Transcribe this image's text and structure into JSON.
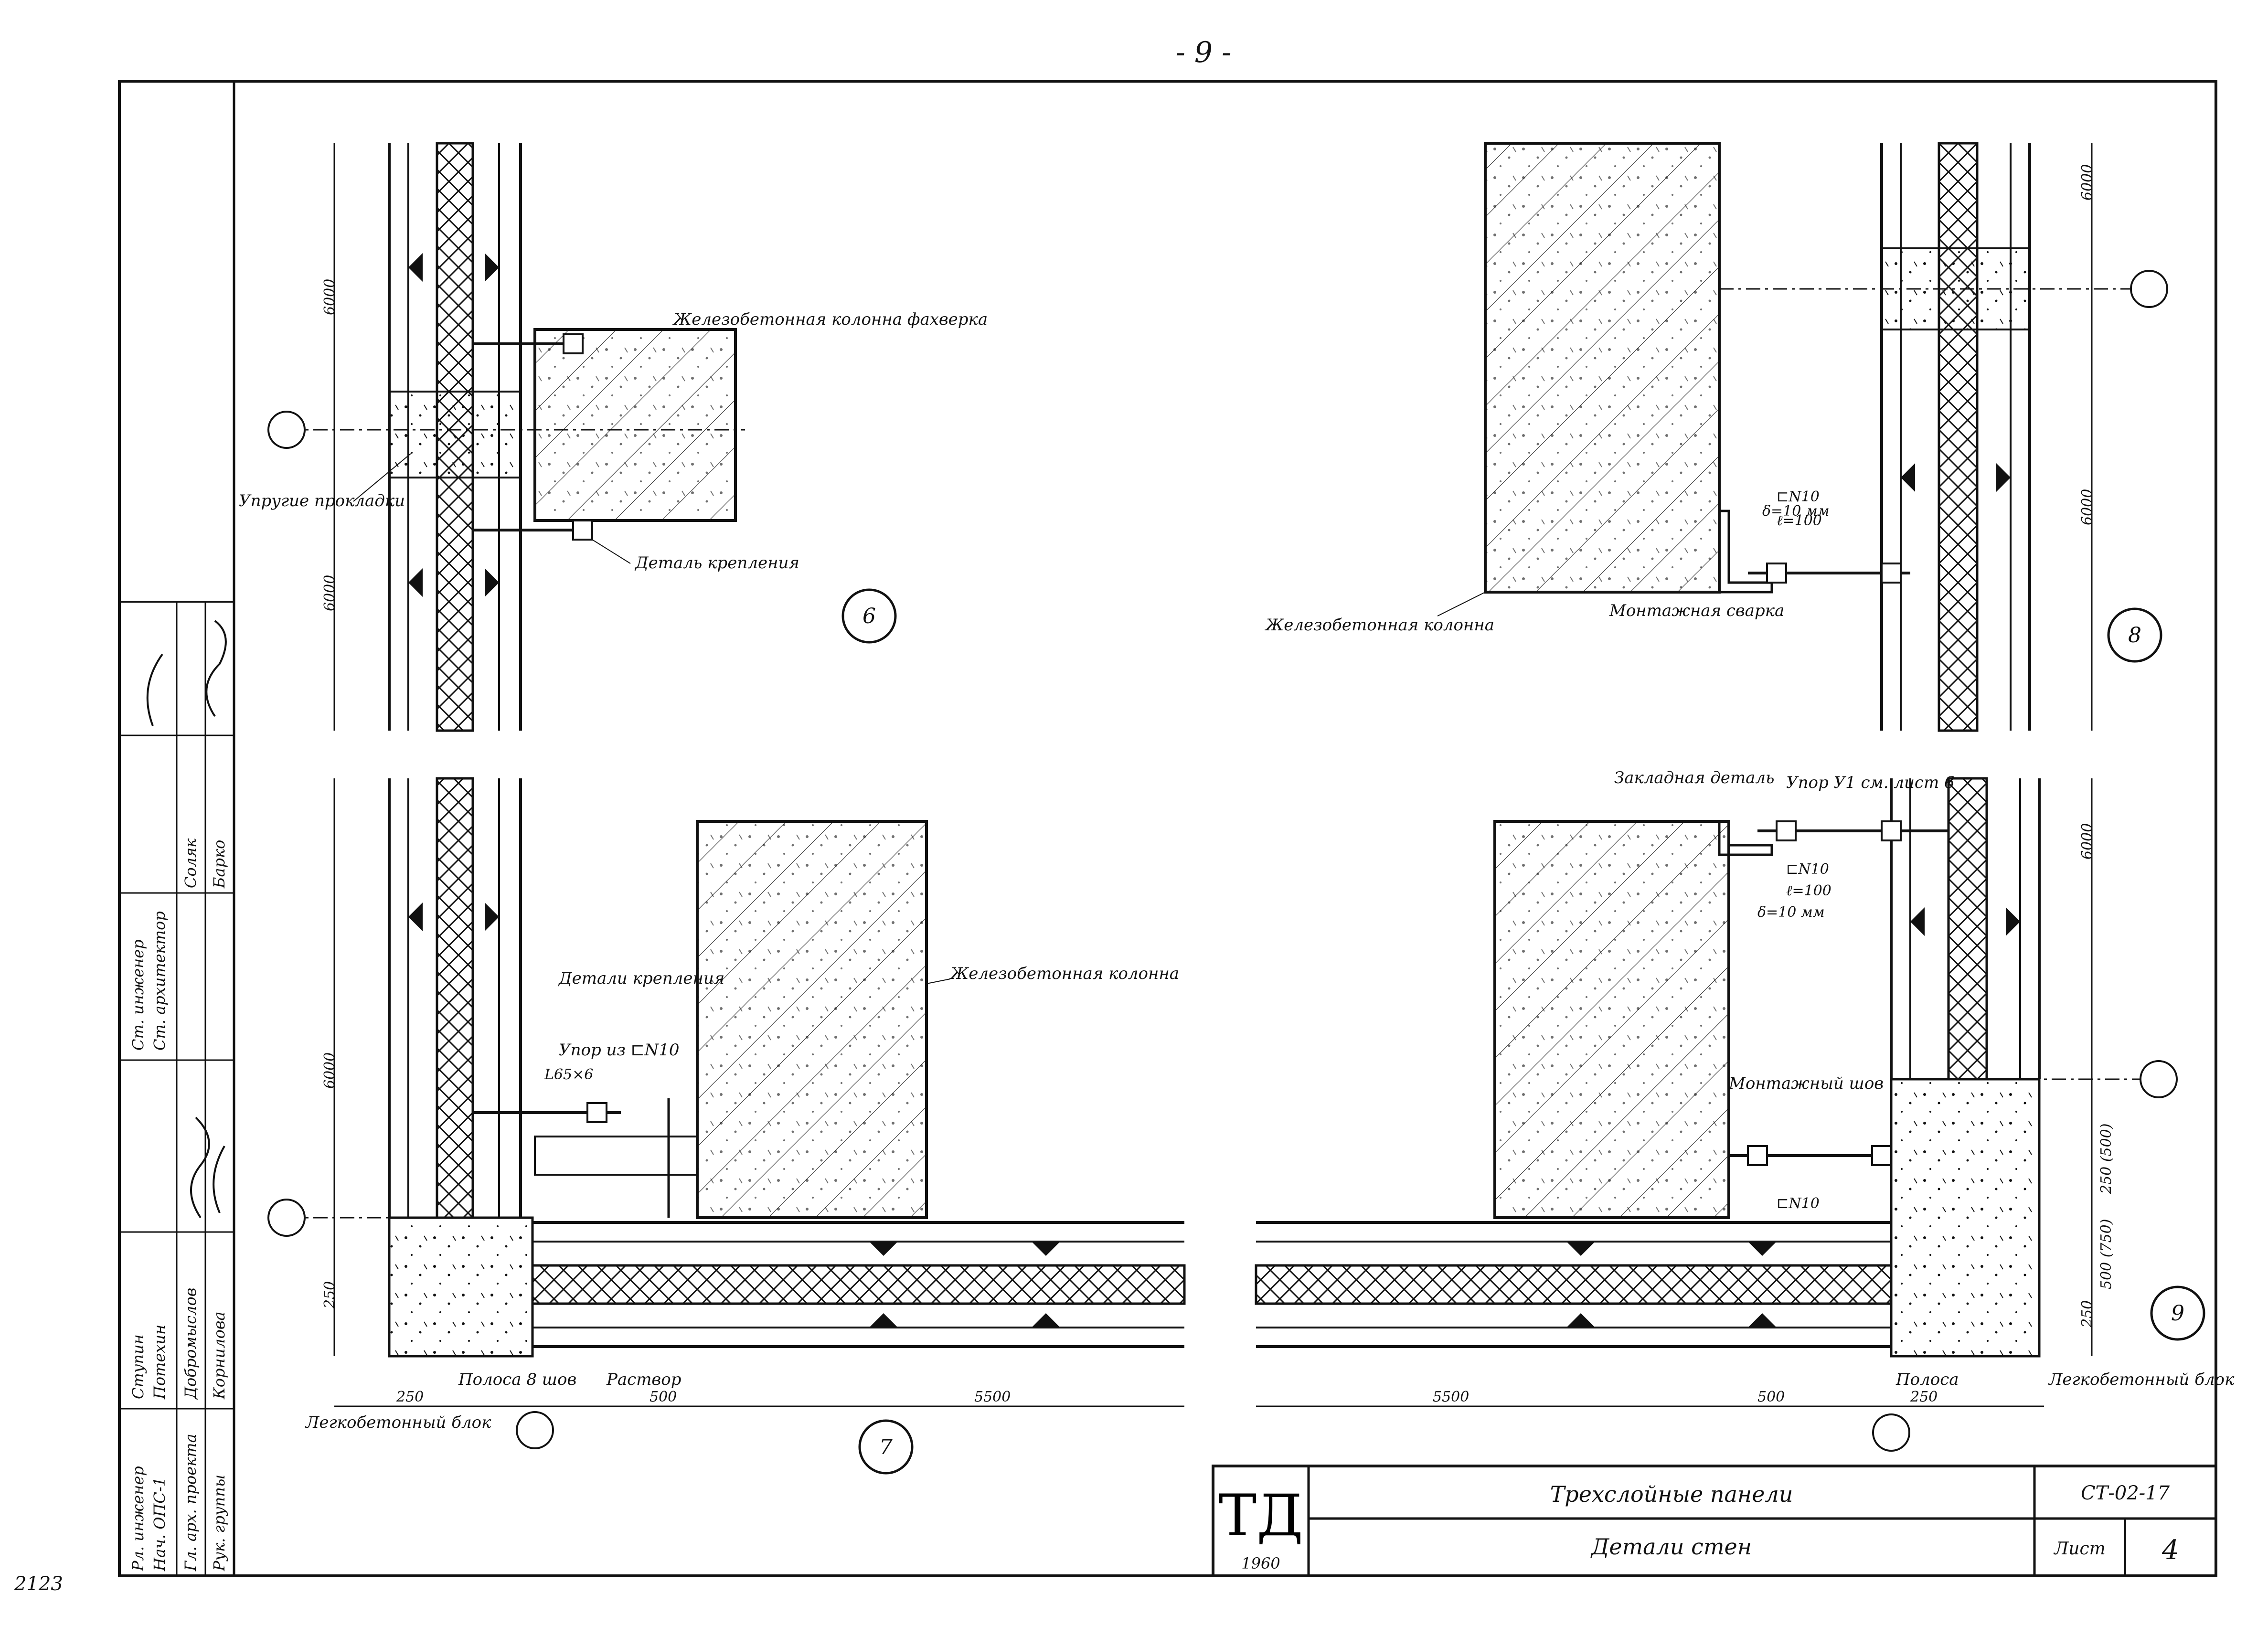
{
  "page": {
    "number": "- 9 -",
    "archive_number": "2123"
  },
  "title_block": {
    "logo": "ТД",
    "year": "1960",
    "title": "Трехслойные панели",
    "subtitle": "Детали стен",
    "code": "СТ-02-17",
    "sheet_label": "Лист",
    "sheet_number": "4"
  },
  "stamp": {
    "roles": [
      "Рл. инженер",
      "Нач. ОПС-1",
      "Гл. арх. проекта",
      "Рук. группы",
      "Ст. инженер",
      "Ст. архитектор"
    ],
    "names": [
      "Ступин",
      "Потехин",
      "Добромыслов",
      "Корнилова",
      "Соляк",
      "Барко"
    ]
  },
  "details": {
    "d6": {
      "number": "6",
      "labels": [
        "Железобетонная колонна фахверка",
        "Упругие прокладки",
        "Деталь крепления"
      ],
      "dims": [
        "6000",
        "6000"
      ]
    },
    "d7": {
      "number": "7",
      "labels": [
        "Детали крепления",
        "Железобетонная колонна",
        "Упор из ⊏N10",
        "L65×6",
        "Полоса 8 шов",
        "Раствор",
        "Легкобетонный блок"
      ],
      "dims": [
        "6000",
        "250",
        "250",
        "500",
        "5500"
      ]
    },
    "d8": {
      "number": "8",
      "labels": [
        "Железобетонная колонна",
        "Монтажная сварка",
        "δ=10 мм",
        "⊏N10",
        "ℓ=100"
      ],
      "dims": [
        "6000",
        "6000"
      ]
    },
    "d9": {
      "number": "9",
      "labels": [
        "Закладная деталь",
        "Упор У1 см. лист 6",
        "⊏N10",
        "ℓ=100",
        "δ=10 мм",
        "Монтажный шов",
        "⊏N10",
        "Полоса",
        "Легкобетонный блок"
      ],
      "dims": [
        "6000",
        "250 (500)",
        "500 (750)",
        "250",
        "5500",
        "500",
        "250"
      ]
    }
  },
  "colors": {
    "ink": "#111111",
    "paper": "#ffffff"
  }
}
